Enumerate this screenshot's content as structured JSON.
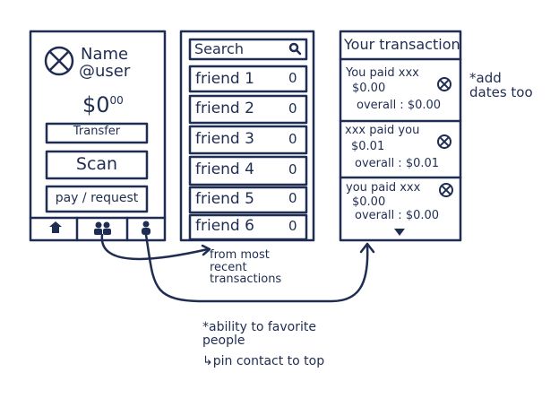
{
  "screen1": {
    "name": "Name",
    "handle": "@user",
    "balance_main": "$0",
    "balance_cents": "00",
    "transfer_button": "Transfer",
    "scan_button": "Scan",
    "pay_request_button": "pay / request",
    "nav_icons": [
      "home-icon",
      "friends-icon",
      "profile-icon"
    ]
  },
  "screen2": {
    "search_placeholder": "Search",
    "friends": [
      "friend 1",
      "friend 2",
      "friend 3",
      "friend 4",
      "friend 5",
      "friend 6"
    ],
    "friend_counts": [
      "0",
      "0",
      "0",
      "0",
      "0",
      "0"
    ]
  },
  "screen3": {
    "title": "Your transaction",
    "transactions": [
      {
        "line1": "You paid xxx",
        "amount": "$0.00",
        "overall": "overall : $0.00"
      },
      {
        "line1": "xxx paid you",
        "amount": "$0.01",
        "overall": "overall : $0.01"
      },
      {
        "line1": "you paid xxx",
        "amount": "$0.00",
        "overall": "overall : $0.00"
      }
    ]
  },
  "notes": {
    "add_dates": "*add dates too",
    "from_recent": "from most recent transactions",
    "favorite": "*ability to favorite people",
    "pin_contact": "↳pin contact to top"
  },
  "colors": {
    "ink": "#1f2d52",
    "background": "#ffffff"
  }
}
